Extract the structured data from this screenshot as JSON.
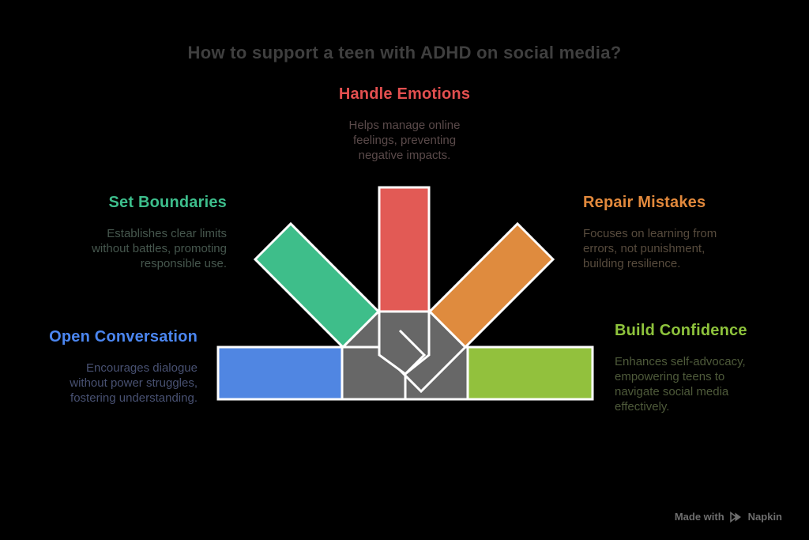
{
  "background": "#000000",
  "title": {
    "text": "How to support a teen with ADHD on social media?",
    "color": "#3f3f3f"
  },
  "sections": [
    {
      "label": "Handle Emotions",
      "desc_lines": [
        "Helps manage online",
        "feelings, preventing",
        "negative impacts."
      ],
      "heading_color": "#e34f4f",
      "desc_color": "#5a4a4a",
      "ribbon_color": "#e25a55"
    },
    {
      "label": "Set Boundaries",
      "desc_lines": [
        "Establishes clear limits",
        "without battles, promoting",
        "responsible use."
      ],
      "heading_color": "#3dbe8c",
      "desc_color": "#46574e",
      "ribbon_color": "#3ebe8a"
    },
    {
      "label": "Repair Mistakes",
      "desc_lines": [
        "Focuses on learning from",
        "errors, not punishment,",
        "building resilience."
      ],
      "heading_color": "#e2893c",
      "desc_color": "#574b3d",
      "ribbon_color": "#df8b3e"
    },
    {
      "label": "Open Conversation",
      "desc_lines": [
        "Encourages dialogue",
        "without power struggles,",
        "fostering understanding."
      ],
      "heading_color": "#4b86f0",
      "desc_color": "#485172",
      "ribbon_color": "#5086e2"
    },
    {
      "label": "Build Confidence",
      "desc_lines": [
        "Enhances self-advocacy,",
        "empowering teens to",
        "navigate social media",
        "effectively."
      ],
      "heading_color": "#8ec33c",
      "desc_color": "#4e5a3a",
      "ribbon_color": "#92c13d"
    }
  ],
  "graphic": {
    "fold_color": "#676767",
    "outline_color": "#ffffff"
  },
  "footer": {
    "made_with": "Made with",
    "brand": "Napkin",
    "color": "#6e6e6e"
  }
}
